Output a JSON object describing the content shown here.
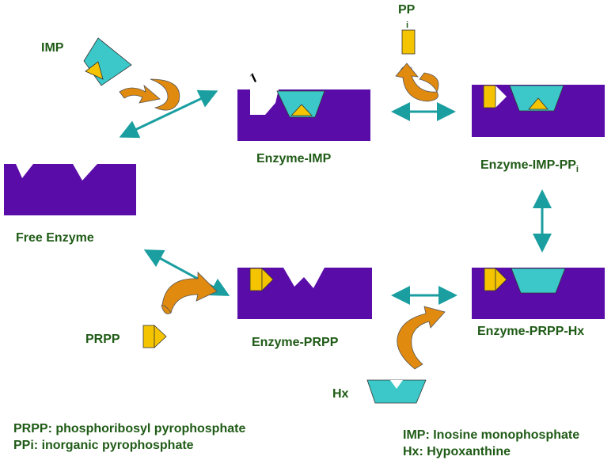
{
  "labels": {
    "imp": "IMP",
    "pp": "PP",
    "pp_sub": "i",
    "enzyme_imp": "Enzyme-IMP",
    "enzyme_imp_pp": "Enzyme-IMP-PP",
    "enzyme_imp_pp_sub": "i",
    "free_enzyme": "Free Enzyme",
    "prpp": "PRPP",
    "enzyme_prpp": "Enzyme-PRPP",
    "enzyme_prpp_hx": "Enzyme-PRPP-Hx",
    "hx": "Hx"
  },
  "legend_left": [
    "PRPP: phosphoribosyl pyrophosphate",
    "PPi: inorganic pyrophosphate"
  ],
  "legend_right": [
    "IMP: Inosine monophosphate",
    "Hx: Hypoxanthine"
  ],
  "colors": {
    "enzyme": "#5a0ca8",
    "imp": "#3cc8c8",
    "hx": "#3cc8c8",
    "prpp": "#f5c400",
    "pp": "#f5c400",
    "arrow_double": "#1a9ea0",
    "arrow_curved": "#e08a10",
    "text": "#1f5b16"
  }
}
